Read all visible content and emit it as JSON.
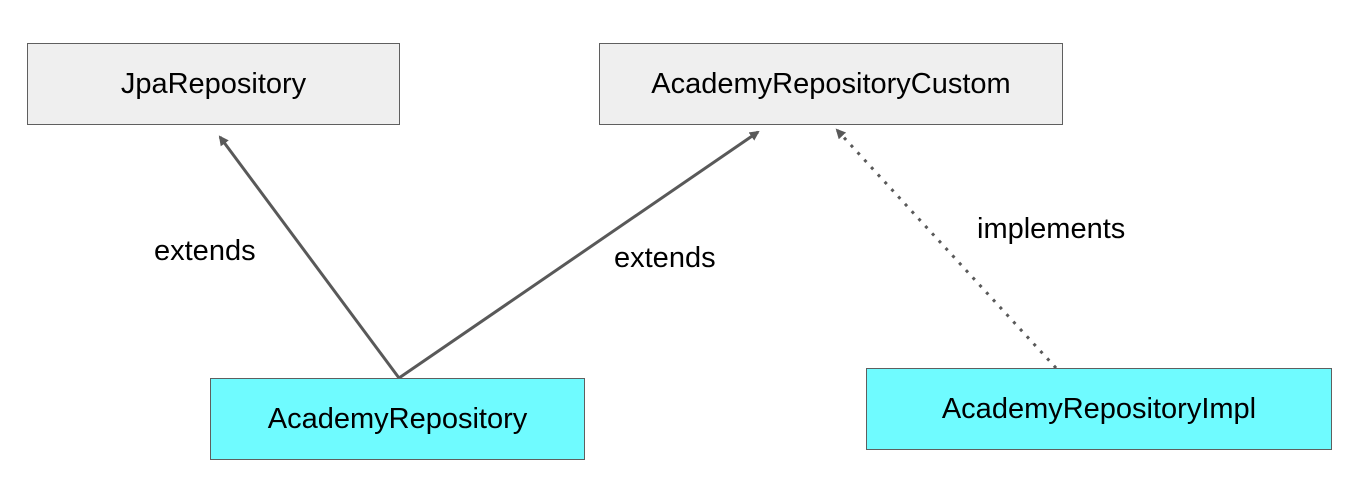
{
  "nodes": {
    "jpa_repository": {
      "label": "JpaRepository",
      "kind": "interface",
      "fill": "#efefef"
    },
    "academy_repository_custom": {
      "label": "AcademyRepositoryCustom",
      "kind": "interface",
      "fill": "#efefef"
    },
    "academy_repository": {
      "label": "AcademyRepository",
      "kind": "class",
      "fill": "#6ffbff"
    },
    "academy_repository_impl": {
      "label": "AcademyRepositoryImpl",
      "kind": "class",
      "fill": "#6ffbff"
    }
  },
  "edges": [
    {
      "from": "academy_repository",
      "to": "jpa_repository",
      "label": "extends",
      "style": "solid"
    },
    {
      "from": "academy_repository",
      "to": "academy_repository_custom",
      "label": "extends",
      "style": "solid"
    },
    {
      "from": "academy_repository_impl",
      "to": "academy_repository_custom",
      "label": "implements",
      "style": "dotted"
    }
  ],
  "colors": {
    "edge": "#595959",
    "box_border": "#5f5f5f"
  }
}
